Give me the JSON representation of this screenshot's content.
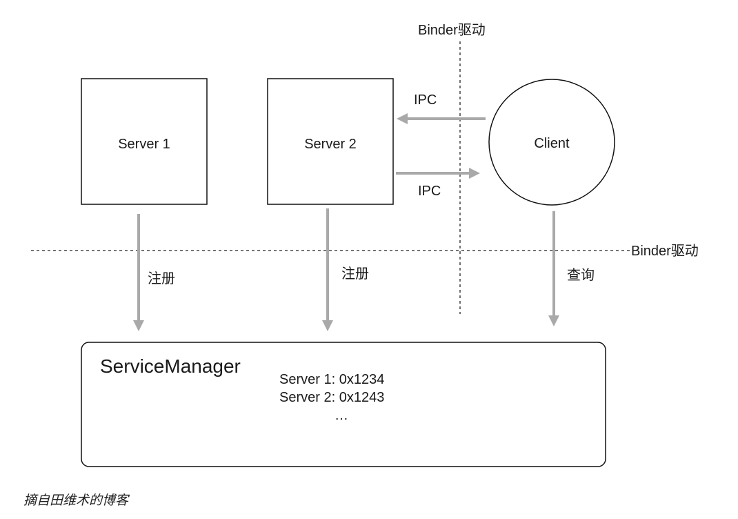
{
  "diagram": {
    "driver_label_top": "Binder驱动",
    "driver_label_right": "Binder驱动",
    "server1_label": "Server 1",
    "server2_label": "Server 2",
    "client_label": "Client",
    "ipc_to_server_label": "IPC",
    "ipc_to_client_label": "IPC",
    "register_label_1": "注册",
    "register_label_2": "注册",
    "query_label": "查询",
    "service_manager_title": "ServiceManager",
    "registry_entries": [
      "Server 1: 0x1234",
      "Server 2: 0x1243",
      "…"
    ],
    "arrow_color": "#a9a9a9"
  },
  "caption": "摘自田维术的博客"
}
